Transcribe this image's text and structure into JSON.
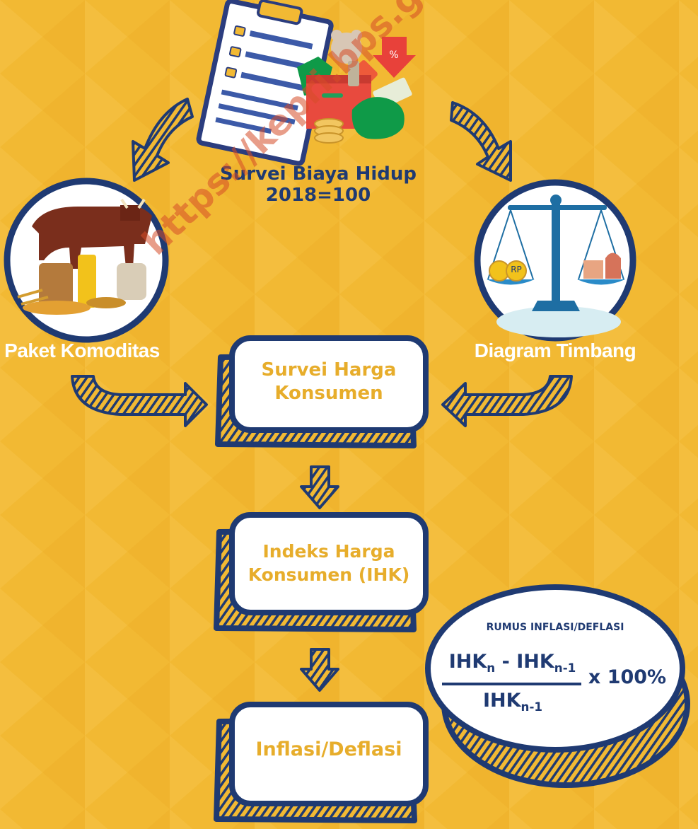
{
  "colors": {
    "background": "#f2b933",
    "navy": "#1f3a72",
    "gold": "#e7ad2b",
    "white": "#ffffff"
  },
  "top": {
    "title_line1": "Survei Biaya Hidup",
    "title_line2": "2018=100",
    "icon": "survey-clipboard-icon"
  },
  "left": {
    "label": "Paket Komoditas",
    "icon": "commodity-basket-icon"
  },
  "right": {
    "label": "Diagram Timbang",
    "icon": "balance-scale-icon",
    "coin_text": "RP"
  },
  "boxes": [
    {
      "line1": "Survei Harga",
      "line2": "Konsumen"
    },
    {
      "line1": "Indeks Harga",
      "line2": "Konsumen (IHK)"
    },
    {
      "line1": "Inflasi/Deflasi"
    }
  ],
  "formula": {
    "title": "RUMUS INFLASI/DEFLASI",
    "num_a": "IHK",
    "num_a_sub": "n",
    "minus": "-",
    "num_b": "IHK",
    "num_b_sub": "n-1",
    "times": "x 100%",
    "den": "IHK",
    "den_sub": "n-1"
  },
  "watermark": "https://kepri.bps.go.id"
}
